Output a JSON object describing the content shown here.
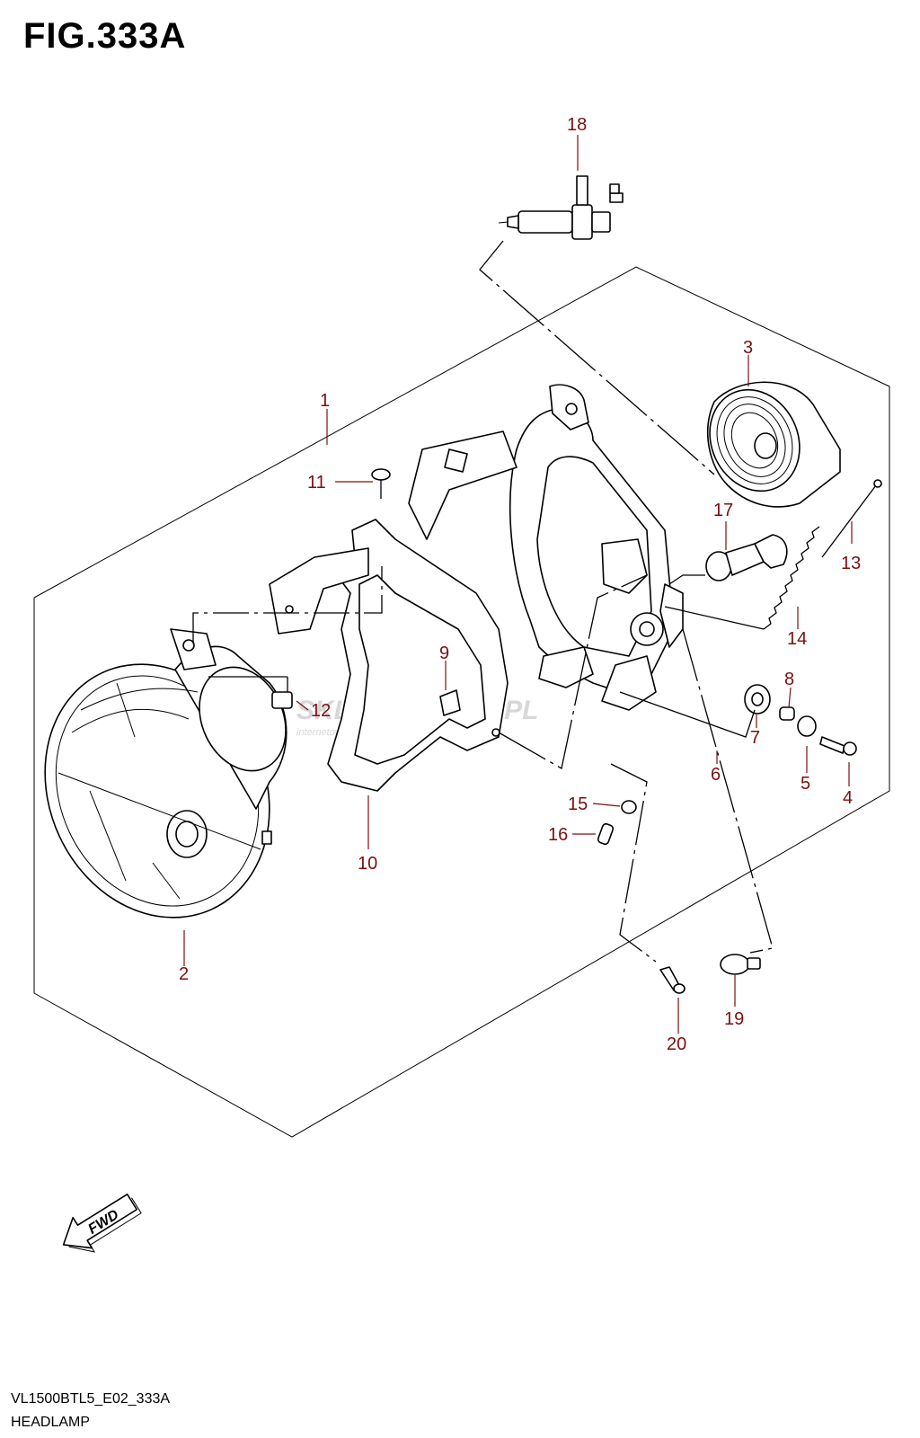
{
  "figure": {
    "title": "FIG.333A",
    "model_code": "VL1500BTL5_E02_333A",
    "name": "HEADLAMP"
  },
  "fwd_label": "FWD",
  "watermark": {
    "brand": "SKLEPMOTO46.PL",
    "tagline": "internetowy sklep motocyklowy"
  },
  "colors": {
    "callout": "#7a1010",
    "line": "#000000",
    "watermark": "#b8b8b8",
    "watermark_accent": "#e0a8a8"
  },
  "callouts": [
    "1",
    "2",
    "3",
    "4",
    "5",
    "6",
    "7",
    "8",
    "9",
    "10",
    "11",
    "12",
    "13",
    "14",
    "15",
    "16",
    "17",
    "18",
    "19",
    "20"
  ]
}
